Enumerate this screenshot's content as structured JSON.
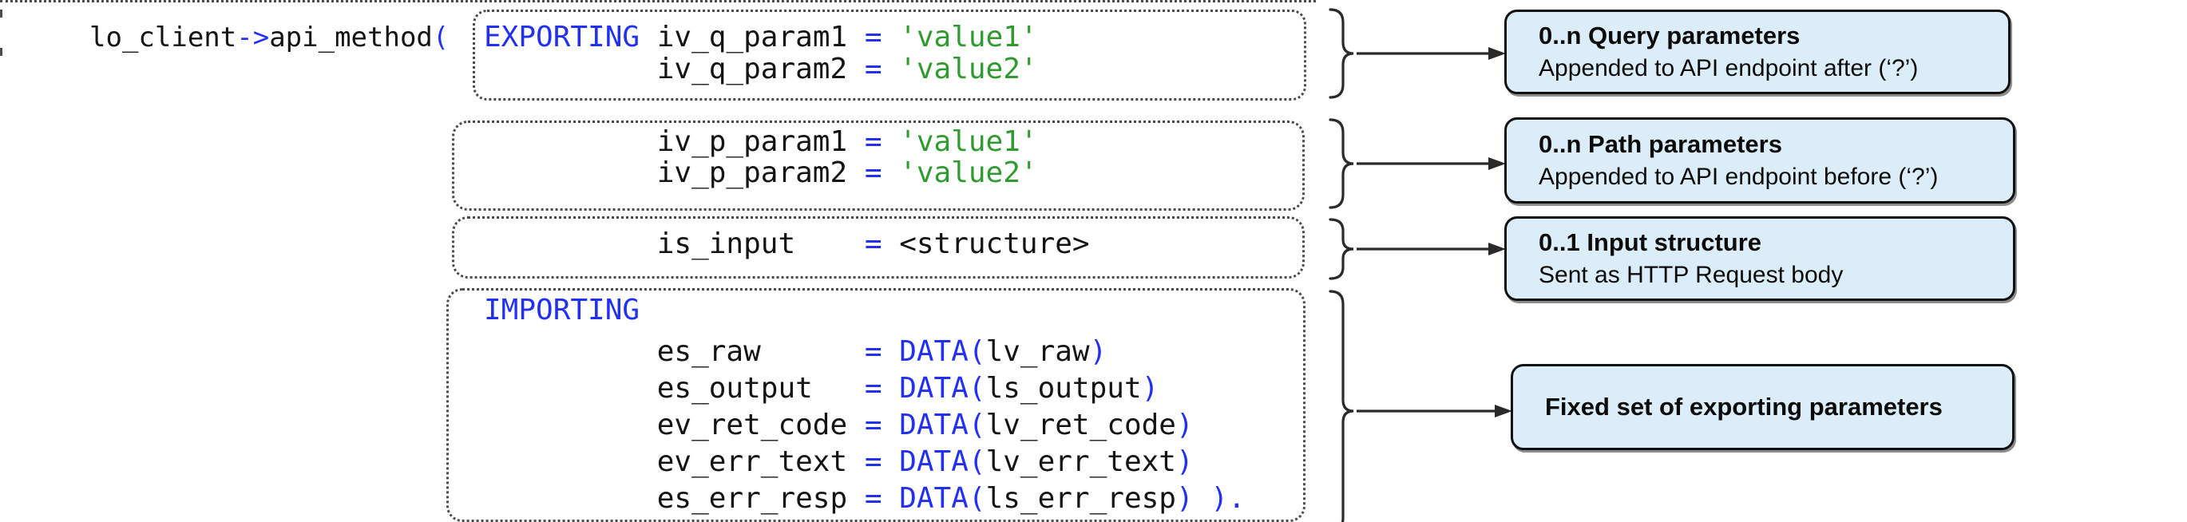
{
  "colors": {
    "keyword": "#2230f2",
    "string": "#2f9b2f",
    "plain": "#141414",
    "callout_bg": "#dbedf9",
    "callout_border": "#101010",
    "box_border": "#4a4a4a",
    "connector": "#2a2a2a"
  },
  "caller": {
    "tokens": [
      [
        "lo_client",
        "plain"
      ],
      [
        "->",
        "keyword"
      ],
      [
        "api_method",
        "plain"
      ],
      [
        "(",
        "keyword"
      ]
    ]
  },
  "groups": [
    {
      "id": "query-parameters",
      "code_lines": [
        [
          [
            "EXPORTING",
            "keyword"
          ],
          [
            " iv_q_param1 ",
            "plain"
          ],
          [
            "= ",
            "keyword"
          ],
          [
            "'value1'",
            "string"
          ]
        ],
        [
          [
            "          iv_q_param2 ",
            "plain"
          ],
          [
            "= ",
            "keyword"
          ],
          [
            "'value2'",
            "string"
          ]
        ]
      ],
      "callout": {
        "title": "0..n Query parameters",
        "subtitle": "Appended to API endpoint after (‘?’)"
      }
    },
    {
      "id": "path-parameters",
      "code_lines": [
        [
          [
            "          iv_p_param1 ",
            "plain"
          ],
          [
            "= ",
            "keyword"
          ],
          [
            "'value1'",
            "string"
          ]
        ],
        [
          [
            "          iv_p_param2 ",
            "plain"
          ],
          [
            "= ",
            "keyword"
          ],
          [
            "'value2'",
            "string"
          ]
        ]
      ],
      "callout": {
        "title": "0..n Path parameters",
        "subtitle": "Appended to API endpoint before (‘?’)"
      }
    },
    {
      "id": "input-structure",
      "code_lines": [
        [
          [
            "          is_input    ",
            "plain"
          ],
          [
            "= ",
            "keyword"
          ],
          [
            "<structure>",
            "plain"
          ]
        ]
      ],
      "callout": {
        "title": "0..1 Input structure",
        "subtitle": "Sent as HTTP Request body"
      }
    },
    {
      "id": "exporting-parameters",
      "code_lines": [
        [
          [
            "IMPORTING",
            "keyword"
          ]
        ],
        [
          [
            "          es_raw      ",
            "plain"
          ],
          [
            "= ",
            "keyword"
          ],
          [
            "DATA(",
            "keyword"
          ],
          [
            "lv_raw",
            "plain"
          ],
          [
            ")",
            "keyword"
          ]
        ],
        [
          [
            "          es_output   ",
            "plain"
          ],
          [
            "= ",
            "keyword"
          ],
          [
            "DATA(",
            "keyword"
          ],
          [
            "ls_output",
            "plain"
          ],
          [
            ")",
            "keyword"
          ]
        ],
        [
          [
            "          ev_ret_code ",
            "plain"
          ],
          [
            "= ",
            "keyword"
          ],
          [
            "DATA(",
            "keyword"
          ],
          [
            "lv_ret_code",
            "plain"
          ],
          [
            ")",
            "keyword"
          ]
        ],
        [
          [
            "          ev_err_text ",
            "plain"
          ],
          [
            "= ",
            "keyword"
          ],
          [
            "DATA(",
            "keyword"
          ],
          [
            "lv_err_text",
            "plain"
          ],
          [
            ")",
            "keyword"
          ]
        ],
        [
          [
            "          es_err_resp ",
            "plain"
          ],
          [
            "= ",
            "keyword"
          ],
          [
            "DATA(",
            "keyword"
          ],
          [
            "ls_err_resp",
            "plain"
          ],
          [
            ")",
            "keyword"
          ],
          [
            " ).",
            "keyword"
          ]
        ]
      ],
      "callout": {
        "title": "Fixed set of exporting parameters",
        "subtitle": ""
      }
    }
  ]
}
